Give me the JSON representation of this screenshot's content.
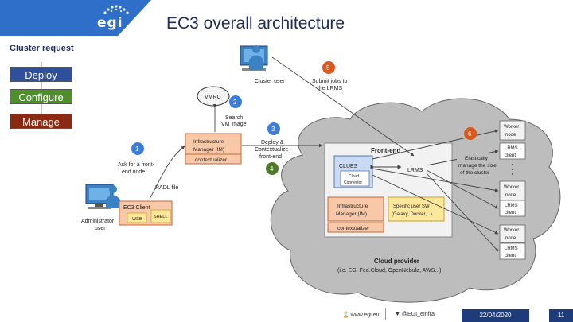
{
  "header": {
    "logo_text": "egi",
    "title": "EC3 overall architecture"
  },
  "cluster": {
    "title": "Cluster request",
    "stages": [
      "Deploy",
      "Configure",
      "Manage"
    ]
  },
  "diagram": {
    "cluster_user": "Cluster user",
    "admin_user": [
      "Administrator",
      "user"
    ],
    "vmrc": "VMRC",
    "search_vm": [
      "Search",
      "VM image"
    ],
    "im_outer": [
      "Infrastructure",
      "Manager (IM)"
    ],
    "contextualizer": "contextualizer",
    "ask_frontend": [
      "Ask for a front-",
      "end node"
    ],
    "radl_file": "RADL file",
    "ec3_client": "EC3 Client",
    "web": "WEB",
    "shell": "SHELL",
    "deploy_context": [
      "Deploy &",
      "Contextualize",
      "front-end"
    ],
    "submit_jobs": [
      "Submit jobs to",
      "the LRMS"
    ],
    "frontend": "Front-end",
    "clues": "CLUES",
    "cloud_connector": [
      "Cloud",
      "Connector"
    ],
    "lrms": "LRMS",
    "im_inner": [
      "Infrastructure",
      "Manager (IM)"
    ],
    "contextualizer_inner": "contextualizer",
    "specific_sw": [
      "Specific user SW",
      "(Galaxy, Docker,...)"
    ],
    "elastically": [
      "Elastically",
      "manage the size",
      "of the cluster"
    ],
    "worker_node": [
      "Worker",
      "node"
    ],
    "lrms_client": [
      "LRMS",
      "client"
    ],
    "cloud_provider": "Cloud provider",
    "cloud_provider_examples": "(i.e. EGI Fed.Cloud, OpenNebula, AWS...)",
    "steps": [
      "1",
      "2",
      "3",
      "4",
      "5",
      "6"
    ]
  },
  "footer": {
    "site": "www.egi.eu",
    "twitter": "@EGI_eInfra",
    "date": "22/04/2020",
    "page": "11"
  },
  "colors": {
    "brand_blue": "#2f6fc9",
    "navy": "#1f3c7a",
    "deploy": "#2d4f9c",
    "configure": "#4e8f2c",
    "manage": "#8b2a12",
    "step_blue": "#3b7dd8",
    "step_orange": "#d9581e",
    "step_green": "#4e7a2a",
    "im_box": "#f9c8a8",
    "sw_box": "#fde79a",
    "clues_box": "#c9daf4",
    "cloud": "#bdbdbd"
  }
}
